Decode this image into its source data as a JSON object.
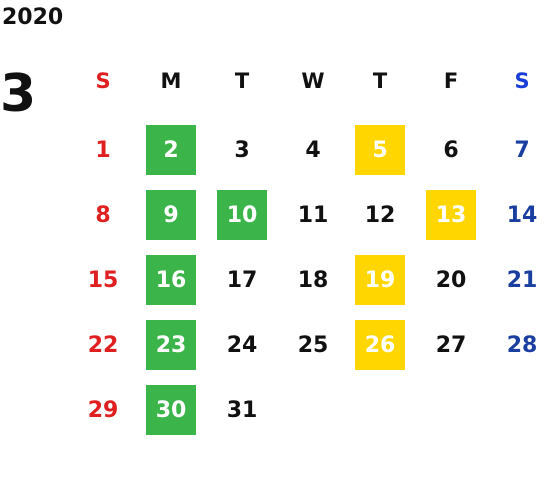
{
  "calendar": {
    "year": "2020",
    "month": "3",
    "weekday_headers": [
      "S",
      "M",
      "T",
      "W",
      "T",
      "F",
      "S"
    ],
    "colors": {
      "sunday": "#e02020",
      "saturday": "#1a3fa0",
      "saturday_header": "#1a3fd8",
      "weekday": "#111111",
      "green_highlight": "#3bb54a",
      "yellow_highlight": "#ffd600"
    },
    "weeks": [
      [
        {
          "d": "1",
          "hl": ""
        },
        {
          "d": "2",
          "hl": "green"
        },
        {
          "d": "3",
          "hl": ""
        },
        {
          "d": "4",
          "hl": ""
        },
        {
          "d": "5",
          "hl": "yellow"
        },
        {
          "d": "6",
          "hl": ""
        },
        {
          "d": "7",
          "hl": ""
        }
      ],
      [
        {
          "d": "8",
          "hl": ""
        },
        {
          "d": "9",
          "hl": "green"
        },
        {
          "d": "10",
          "hl": "green"
        },
        {
          "d": "11",
          "hl": ""
        },
        {
          "d": "12",
          "hl": ""
        },
        {
          "d": "13",
          "hl": "yellow"
        },
        {
          "d": "14",
          "hl": ""
        }
      ],
      [
        {
          "d": "15",
          "hl": ""
        },
        {
          "d": "16",
          "hl": "green"
        },
        {
          "d": "17",
          "hl": ""
        },
        {
          "d": "18",
          "hl": ""
        },
        {
          "d": "19",
          "hl": "yellow"
        },
        {
          "d": "20",
          "hl": ""
        },
        {
          "d": "21",
          "hl": ""
        }
      ],
      [
        {
          "d": "22",
          "hl": ""
        },
        {
          "d": "23",
          "hl": "green"
        },
        {
          "d": "24",
          "hl": ""
        },
        {
          "d": "25",
          "hl": ""
        },
        {
          "d": "26",
          "hl": "yellow"
        },
        {
          "d": "27",
          "hl": ""
        },
        {
          "d": "28",
          "hl": ""
        }
      ],
      [
        {
          "d": "29",
          "hl": ""
        },
        {
          "d": "30",
          "hl": "green"
        },
        {
          "d": "31",
          "hl": ""
        }
      ]
    ]
  }
}
